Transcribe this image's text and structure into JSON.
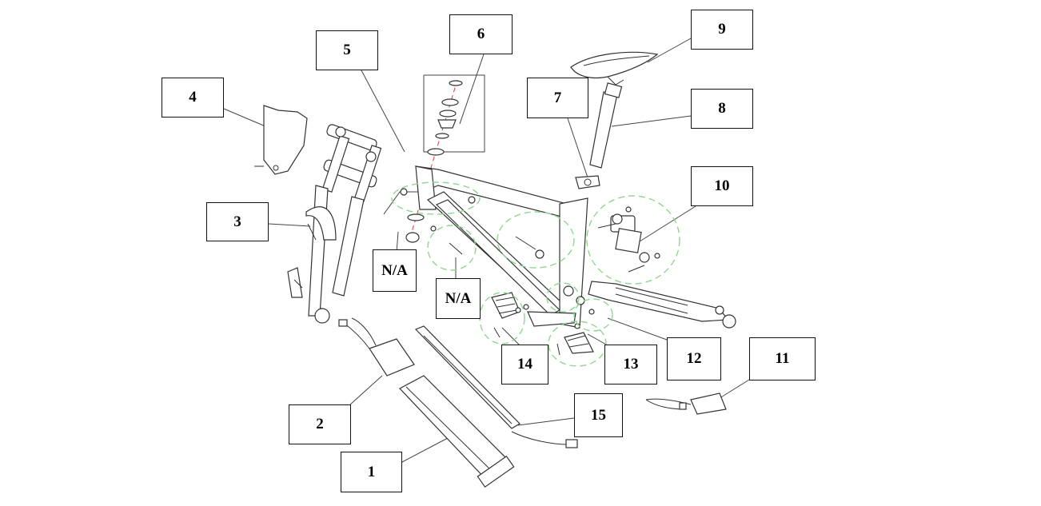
{
  "colors": {
    "ink": "#333333",
    "highlight_dash": "#8fd68f",
    "axis_line": "#e53935"
  },
  "callouts": [
    {
      "id": "c1",
      "label": "1"
    },
    {
      "id": "c2",
      "label": "2"
    },
    {
      "id": "c3",
      "label": "3"
    },
    {
      "id": "c4",
      "label": "4"
    },
    {
      "id": "c5",
      "label": "5"
    },
    {
      "id": "c6",
      "label": "6"
    },
    {
      "id": "c7",
      "label": "7"
    },
    {
      "id": "c8",
      "label": "8"
    },
    {
      "id": "c9",
      "label": "9"
    },
    {
      "id": "c10",
      "label": "10"
    },
    {
      "id": "c11",
      "label": "11"
    },
    {
      "id": "c12",
      "label": "12"
    },
    {
      "id": "c13",
      "label": "13"
    },
    {
      "id": "c14",
      "label": "14"
    },
    {
      "id": "c15",
      "label": "15"
    },
    {
      "id": "cna1",
      "label": "N/A"
    },
    {
      "id": "cna2",
      "label": "N/A"
    }
  ]
}
